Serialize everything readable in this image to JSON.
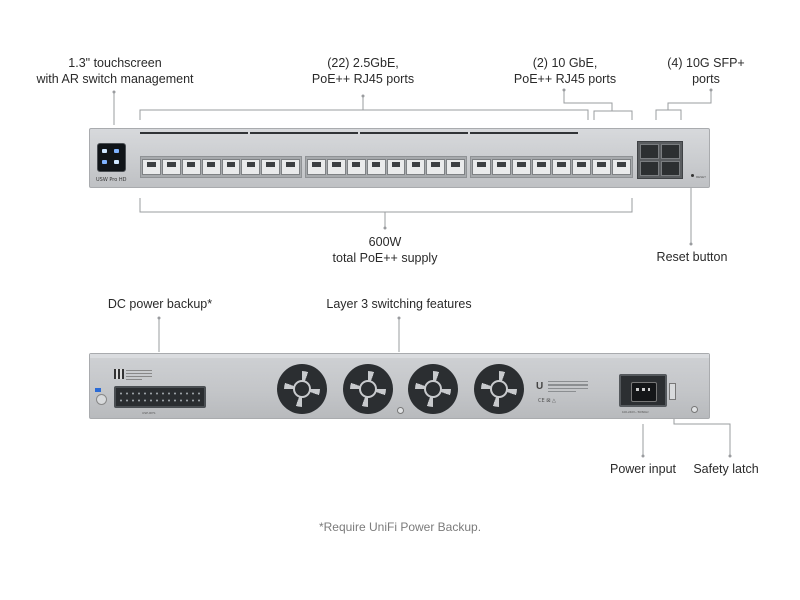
{
  "front_labels": {
    "touchscreen": [
      "1.3\" touchscreen",
      "with AR switch management"
    ],
    "rj45_25g": [
      "(22) 2.5GbE,",
      "PoE++ RJ45 ports"
    ],
    "rj45_10g": [
      "(2)  10 GbE,",
      "PoE++ RJ45 ports"
    ],
    "sfp": [
      "(4) 10G SFP+",
      "ports"
    ],
    "poe_supply": [
      "600W",
      "total PoE++ supply"
    ],
    "reset": "Reset button"
  },
  "rear_labels": {
    "dc_backup": "DC power backup*",
    "layer3": "Layer 3 switching features",
    "power_input": "Power input",
    "safety_latch": "Safety latch"
  },
  "footnote": "*Require UniFi Power Backup.",
  "colors": {
    "chassis": "#c9cbce",
    "callout_line": "#9a9c9f",
    "fan": "#2b2e31",
    "footnote": "#7b7b7b"
  },
  "icons": [
    "touchscreen-icon",
    "rj45-port-icon",
    "sfp-port-icon",
    "fan-icon",
    "power-socket-icon",
    "ground-screw-icon"
  ]
}
